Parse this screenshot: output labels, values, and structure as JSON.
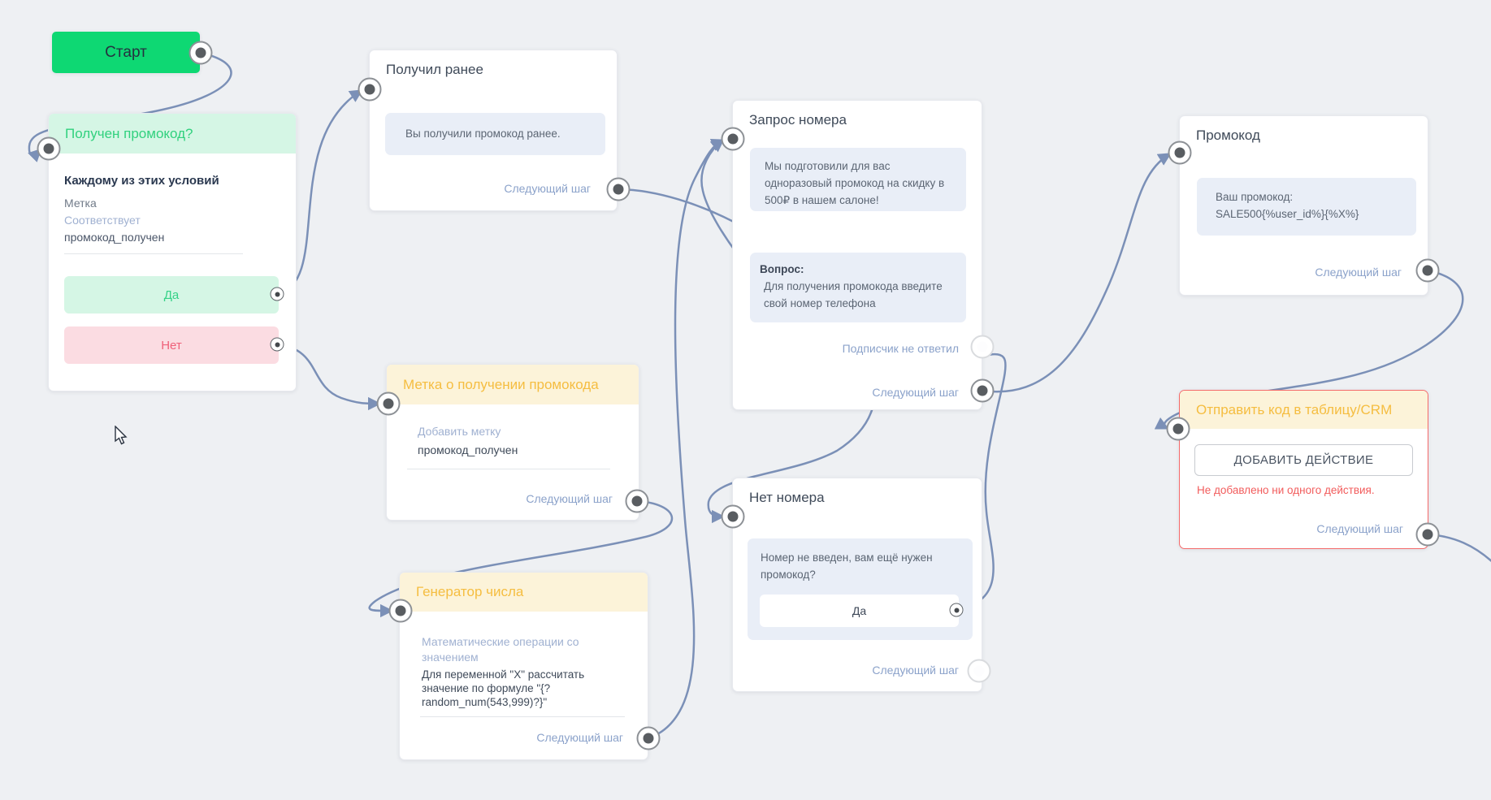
{
  "colors": {
    "canvas_bg": "#eef0f3",
    "start_green": "#0ed873",
    "light_green_bg": "#d5f6e5",
    "green_text": "#31d17e",
    "cream_bg": "#fcf3d9",
    "orange_text": "#f5bd40",
    "message_bg": "#e9eef7",
    "message_text": "#5b6573",
    "link_blue": "#8ba2ca",
    "label_periwinkle": "#a0b1d1",
    "pink_bg": "#fbdce2",
    "pink_text": "#ef6079",
    "error_red": "#f25c5c",
    "error_border": "#f46a6a",
    "edge": "#7b90b7"
  },
  "nodes": {
    "start": {
      "label": "Старт"
    },
    "condition": {
      "title": "Получен промокод?",
      "rule_title": "Каждому из этих условий",
      "rule_field": "Метка",
      "rule_operator": "Соответствует",
      "rule_value": "промокод_получен",
      "yes_label": "Да",
      "no_label": "Нет"
    },
    "received_before": {
      "title": "Получил ранее",
      "message": "Вы получили промокод ранее.",
      "next_label": "Следующий шаг"
    },
    "ask_number": {
      "title": "Запрос номера",
      "message": "Мы подготовили для вас одноразовый промокод на скидку в 500₽ в нашем салоне!",
      "question_label": "Вопрос:",
      "question": "Для получения промокода введите свой номер телефона",
      "no_reply_label": "Подписчик не ответил",
      "next_label": "Следующий шаг"
    },
    "promo_code": {
      "title": "Промокод",
      "message_line1": "Ваш промокод:",
      "message_line2": "SALE500{%user_id%}{%X%}",
      "next_label": "Следующий шаг"
    },
    "add_label": {
      "title": "Метка о получении промокода",
      "action_label": "Добавить метку",
      "action_value": "промокод_получен",
      "next_label": "Следующий шаг"
    },
    "send_crm": {
      "title": "Отправить код в таблицу/CRM",
      "button_label": "ДОБАВИТЬ ДЕЙСТВИЕ",
      "error_text": "Не добавлено ни одного действия.",
      "next_label": "Следующий шаг"
    },
    "number_generator": {
      "title": "Генератор числа",
      "operation_label": "Математические операции со значением",
      "description": "Для переменной \"X\" рассчитать значение по формуле \"{?random_num(543,999)?}\"",
      "next_label": "Следующий шаг"
    },
    "no_number": {
      "title": "Нет номера",
      "message": "Номер не введен, вам ещё нужен промокод?",
      "yes_label": "Да",
      "next_label": "Следующий шаг"
    }
  }
}
